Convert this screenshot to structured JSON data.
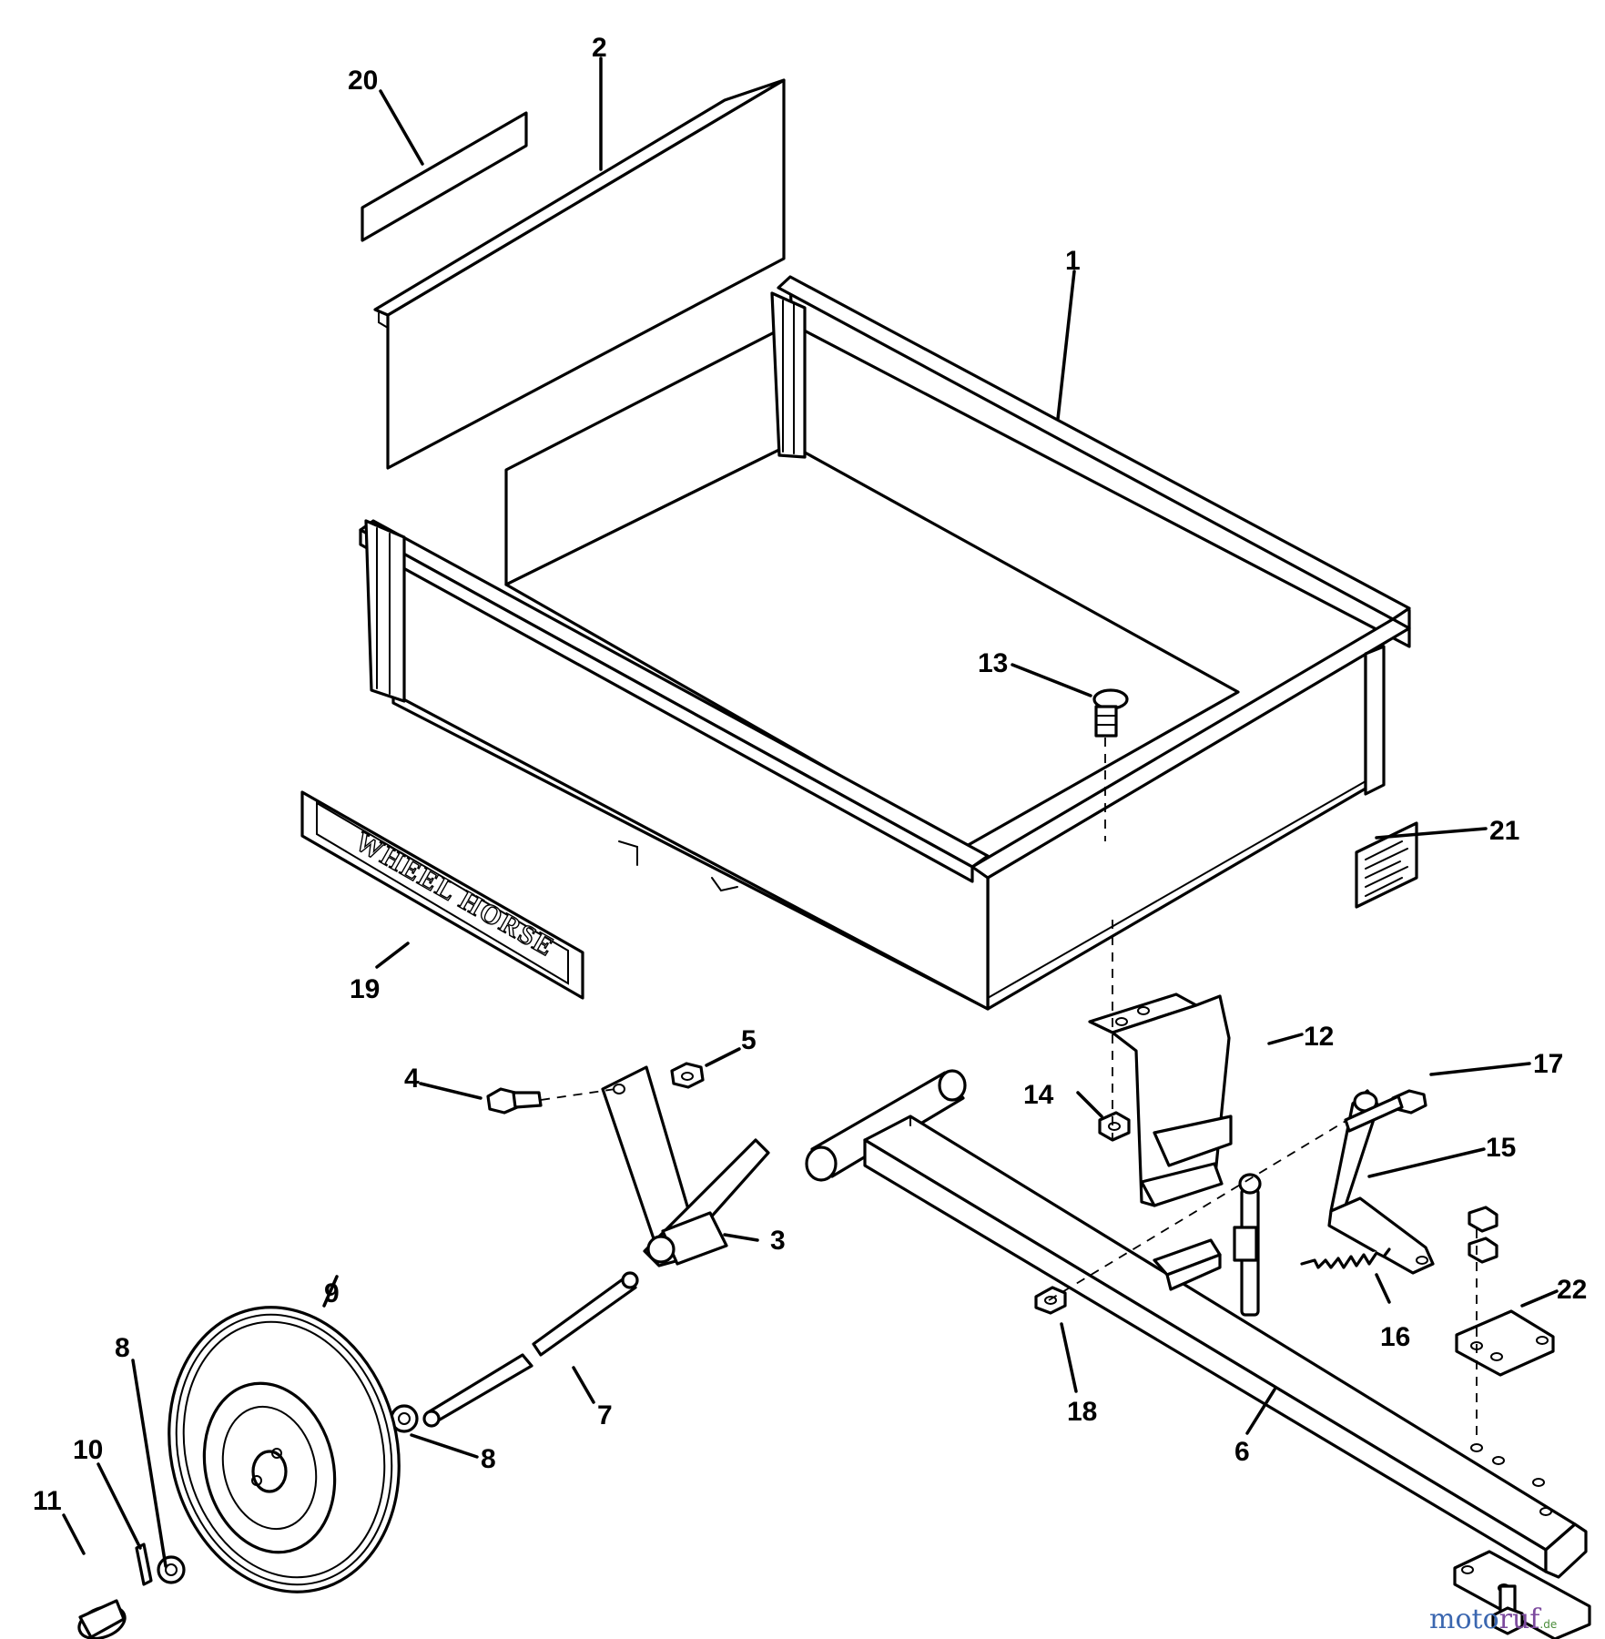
{
  "callouts": {
    "c1": "1",
    "c2": "2",
    "c3": "3",
    "c4": "4",
    "c5": "5",
    "c6": "6",
    "c7": "7",
    "c8a": "8",
    "c8b": "8",
    "c9": "9",
    "c10": "10",
    "c11": "11",
    "c12": "12",
    "c13": "13",
    "c14": "14",
    "c15": "15",
    "c16": "16",
    "c17": "17",
    "c18": "18",
    "c19": "19",
    "c20": "20",
    "c21": "21",
    "c22": "22"
  },
  "decal": {
    "text": "WHEEL HORSE"
  },
  "watermark": {
    "part1": "moto",
    "part2": "ruf",
    "part3": ".de"
  }
}
